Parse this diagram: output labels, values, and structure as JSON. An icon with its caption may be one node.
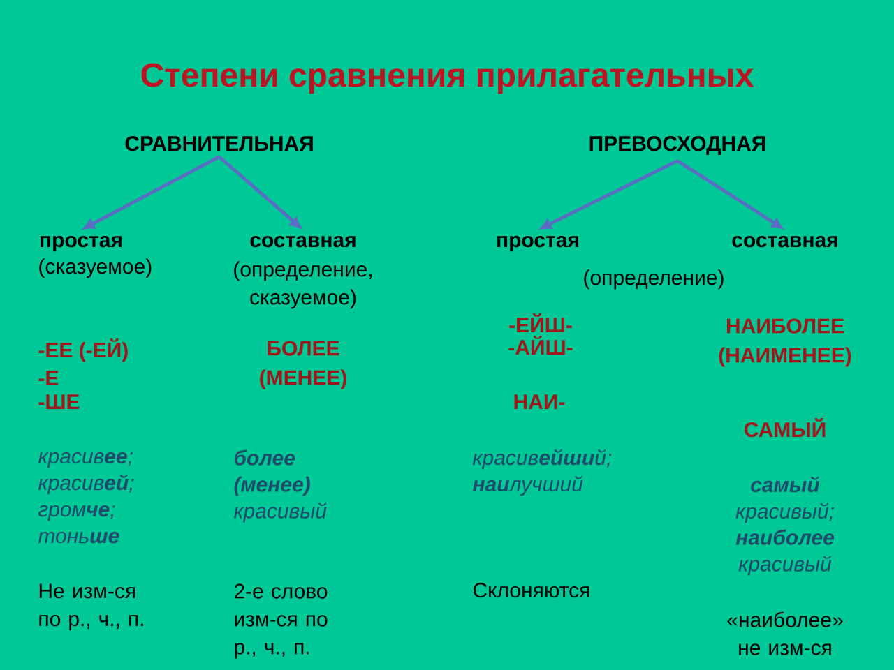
{
  "diagram": {
    "title": "Степени сравнения прилагательных",
    "nodes": [
      {
        "text": [
          "СРАВНИТЕЛЬНАЯ"
        ]
      },
      {
        "text": [
          "простая"
        ],
        "beside": [
          "(сказуемое)"
        ]
      },
      {
        "text": [
          "составная"
        ],
        "beside": [
          "(определение, сказуемое)"
        ]
      },
      {
        "text": [
          "ПРЕВОСХОДНАЯ"
        ]
      },
      {
        "text": [
          "простая"
        ]
      },
      {
        "text": [
          "составная"
        ]
      }
    ],
    "edges": [
      {
        "from": 0,
        "to": 1,
        "arrow": "to"
      },
      {
        "from": 0,
        "to": 2,
        "arrow": "to"
      },
      {
        "from": 3,
        "to": 4,
        "arrow": "to"
      },
      {
        "from": 3,
        "to": 5,
        "arrow": "to"
      }
    ],
    "labels": [
      "(определение)",
      "-ЕЕ (-ЕЙ)",
      "-Е",
      "-ШЕ",
      "БОЛЕЕ (МЕНЕЕ)",
      "-ЕЙШ-",
      "-АЙШ-",
      "НАИ-",
      "НАИБОЛЕЕ (НАИМЕНЕЕ)",
      "САМЫЙ",
      "красив**ее**;",
      "красив**ей**;",
      "гром**че**;",
      "тонь**ше**",
      "**более (менее)** красивый",
      "красив**ейши**й;",
      "**наи**лучший",
      "**самый** красивый;",
      "**наиболее** красивый",
      "Не изм-ся по р., ч., п.",
      "2-е слово изм-ся по р., ч., п.",
      "Склоняются",
      "«наиболее» не изм-ся"
    ]
  }
}
